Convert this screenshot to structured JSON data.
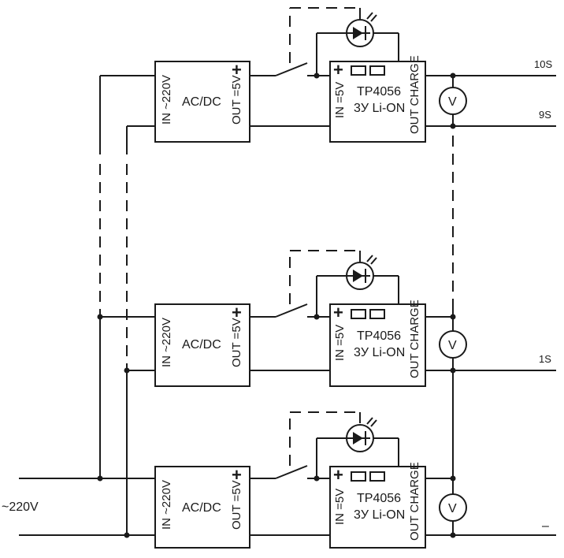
{
  "mains_label": "~220V",
  "adc_module": {
    "name": "AC/DC",
    "input_label": "IN ~220V",
    "output_label": "OUT =5V",
    "plus": "+"
  },
  "charger_module": {
    "line1": "TP4056",
    "line2": "3У Li-ON",
    "input_label": "IN =5V",
    "output_label": "OUT CHARGE",
    "plus": "+"
  },
  "meter_symbol": "V",
  "cell_labels": {
    "top_upper": "10S",
    "top_lower": "9S",
    "middle": "1S",
    "bottom": "–"
  }
}
